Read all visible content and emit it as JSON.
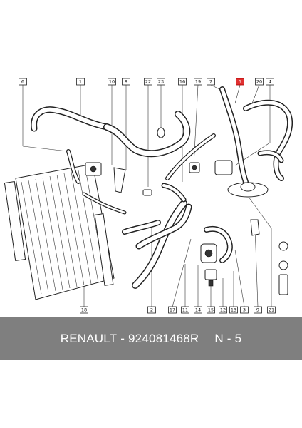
{
  "footer": {
    "brand": "RENAULT",
    "separator": "-",
    "part_number": "924081468R",
    "position_label": "N - 5"
  },
  "highlight_color": "#e03030",
  "callouts": {
    "c6": "6",
    "c1": "1",
    "c10": "10",
    "c8": "8",
    "c22": "22",
    "c23": "23",
    "c16": "16",
    "c19": "19",
    "c7": "7",
    "c5": "5",
    "c20": "20",
    "c4": "4",
    "c18": "18",
    "c2": "2",
    "c17": "17",
    "c11": "11",
    "c14": "14",
    "c15": "15",
    "c12": "12",
    "c13": "13",
    "c3": "3",
    "c9": "9",
    "c21": "21"
  }
}
